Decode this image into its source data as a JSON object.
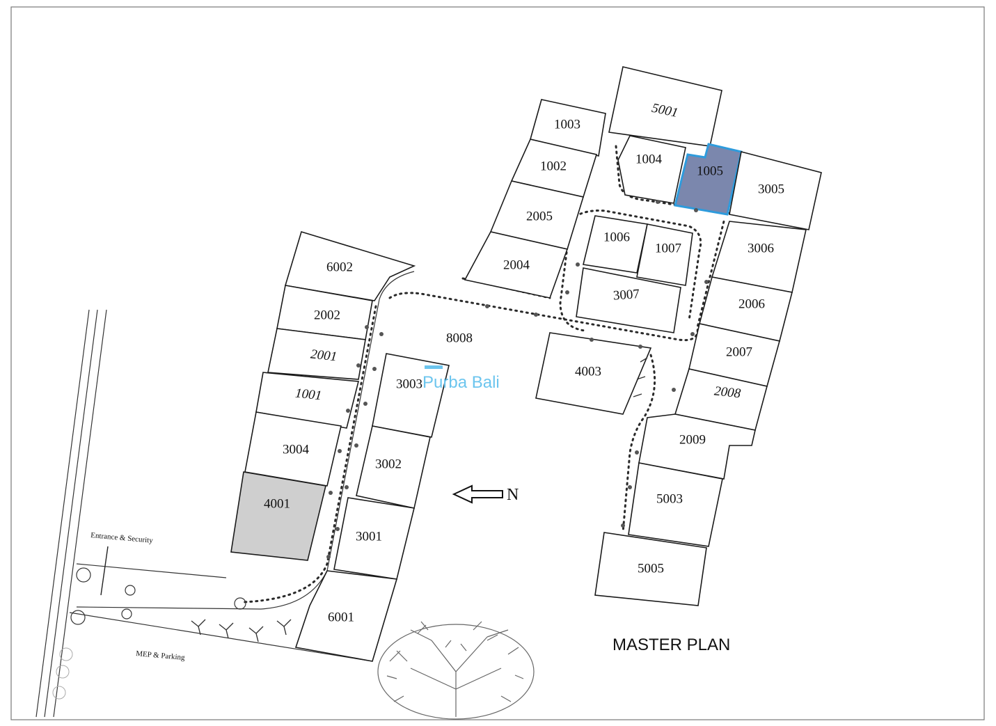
{
  "title": "MASTER PLAN",
  "north_label": "N",
  "watermark": "Purba Bali",
  "entrance_label": "Entrance & Security",
  "parking_label": "MEP & Parking",
  "colors": {
    "selected_fill": "#7b87ad",
    "selected_stroke": "#2e9bdc",
    "sold_fill": "#cfcfcf",
    "plot_fill": "#ffffff",
    "watermark": "#6cc5ee"
  },
  "plots": [
    {
      "id": "5001",
      "status": "available"
    },
    {
      "id": "1003",
      "status": "available"
    },
    {
      "id": "1002",
      "status": "available"
    },
    {
      "id": "1004",
      "status": "available"
    },
    {
      "id": "1005",
      "status": "selected"
    },
    {
      "id": "3005",
      "status": "available"
    },
    {
      "id": "2005",
      "status": "available"
    },
    {
      "id": "2004",
      "status": "available"
    },
    {
      "id": "1006",
      "status": "available"
    },
    {
      "id": "1007",
      "status": "available"
    },
    {
      "id": "3007",
      "status": "available"
    },
    {
      "id": "3006",
      "status": "available"
    },
    {
      "id": "2006",
      "status": "available"
    },
    {
      "id": "2007",
      "status": "available"
    },
    {
      "id": "2008",
      "status": "available"
    },
    {
      "id": "2009",
      "status": "available"
    },
    {
      "id": "5003",
      "status": "available"
    },
    {
      "id": "5005",
      "status": "available"
    },
    {
      "id": "6002",
      "status": "available"
    },
    {
      "id": "2002",
      "status": "available"
    },
    {
      "id": "2001",
      "status": "available"
    },
    {
      "id": "1001",
      "status": "available"
    },
    {
      "id": "3004",
      "status": "available"
    },
    {
      "id": "4001",
      "status": "sold"
    },
    {
      "id": "3003",
      "status": "available"
    },
    {
      "id": "3002",
      "status": "available"
    },
    {
      "id": "3001",
      "status": "available"
    },
    {
      "id": "6001",
      "status": "available"
    },
    {
      "id": "8008",
      "status": "available"
    },
    {
      "id": "4003",
      "status": "available"
    }
  ]
}
